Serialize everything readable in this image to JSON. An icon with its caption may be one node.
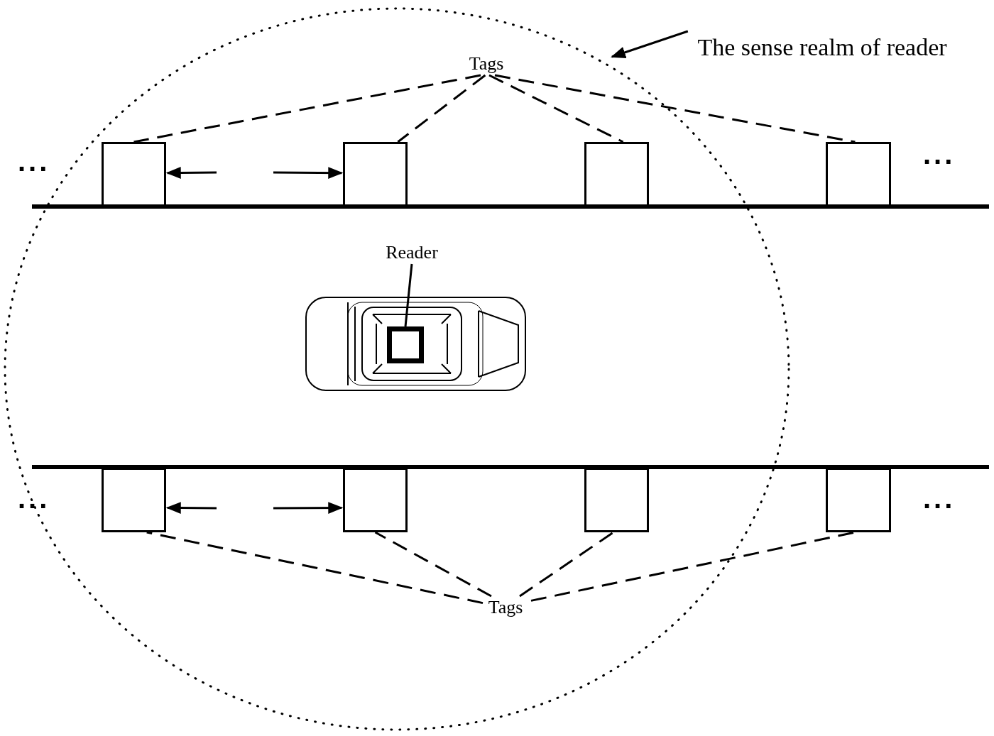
{
  "diagram": {
    "nodes": [
      {
        "text": [
          "The sense realm of reader"
        ]
      },
      {
        "text": [
          "Tags"
        ]
      },
      {
        "text": [],
        "shape": "box"
      },
      {
        "text": [],
        "shape": "box"
      },
      {
        "text": [],
        "shape": "box"
      },
      {
        "text": [],
        "shape": "box"
      },
      {
        "text": [
          "Reader"
        ]
      },
      {
        "text": [],
        "shape": "picture"
      },
      {
        "text": [],
        "shape": "box",
        "in": 7
      },
      {
        "text": [],
        "shape": "box"
      },
      {
        "text": [],
        "shape": "box"
      },
      {
        "text": [],
        "shape": "box"
      },
      {
        "text": [],
        "shape": "box"
      },
      {
        "text": [
          "Tags"
        ]
      }
    ],
    "edges": [
      {
        "from": 0,
        "to": null,
        "arrow": "to"
      },
      {
        "from": 1,
        "to": 2,
        "arrow": "none",
        "style": "dashed"
      },
      {
        "from": 1,
        "to": 3,
        "arrow": "none",
        "style": "dashed"
      },
      {
        "from": 1,
        "to": 4,
        "arrow": "none",
        "style": "dashed"
      },
      {
        "from": 1,
        "to": 5,
        "arrow": "none",
        "style": "dashed"
      },
      {
        "from": null,
        "to": 2,
        "arrow": "to"
      },
      {
        "from": null,
        "to": 3,
        "arrow": "to"
      },
      {
        "from": 6,
        "to": 8,
        "arrow": "none"
      },
      {
        "from": null,
        "to": 9,
        "arrow": "to"
      },
      {
        "from": null,
        "to": 10,
        "arrow": "to"
      },
      {
        "from": 13,
        "to": 9,
        "arrow": "none",
        "style": "dashed"
      },
      {
        "from": 13,
        "to": 10,
        "arrow": "none",
        "style": "dashed"
      },
      {
        "from": 13,
        "to": 11,
        "arrow": "none",
        "style": "dashed"
      },
      {
        "from": 13,
        "to": 12,
        "arrow": "none",
        "style": "dashed"
      }
    ],
    "labels": [
      "...",
      "...",
      "...",
      "..."
    ]
  }
}
